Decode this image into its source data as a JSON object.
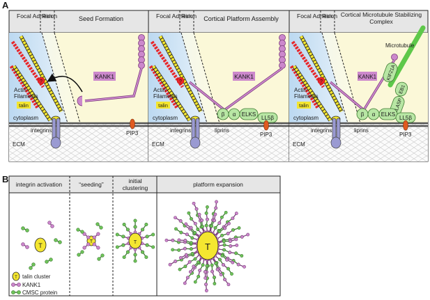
{
  "panel_a": {
    "label": "A",
    "panels": [
      {
        "headers": {
          "focal": "Focal Adhesion",
          "rim": "Rim",
          "title": "Seed Formation"
        },
        "labels": {
          "kank": "KANK1",
          "actin": "Actin Filaments",
          "talin": "talin",
          "cytoplasm": "cytoplasm",
          "integrins": "integrins",
          "ecm": "ECM",
          "pip3": "PIP3",
          "talin_q": "?"
        }
      },
      {
        "headers": {
          "focal": "Focal Adhesion",
          "rim": "Rim",
          "title": "Cortical Platform Assembly"
        },
        "labels": {
          "kank": "KANK1",
          "actin": "Actin Filaments",
          "talin": "talin",
          "cytoplasm": "cytoplasm",
          "integrins": "integrins",
          "ecm": "ECM",
          "pip3": "PIP3",
          "talin_q": "?",
          "liprins": "liprins",
          "beta": "β",
          "alpha": "α",
          "elks": "ELKS",
          "ll5b": "LL5β"
        }
      },
      {
        "headers": {
          "focal": "Focal Adhesion",
          "rim": "Rim",
          "title": "Cortical Microtubule Stabilizing Complex"
        },
        "labels": {
          "kank": "KANK1",
          "actin": "Actin Filaments",
          "talin": "talin",
          "cytoplasm": "cytoplasm",
          "integrins": "integrins",
          "ecm": "ECM",
          "pip3": "PIP3",
          "talin_q": "?",
          "liprins": "liprins",
          "beta": "β",
          "alpha": "α",
          "elks": "ELKS",
          "ll5b": "LL5β",
          "microtubule": "Microtubule",
          "kif21a": "KIF21A",
          "eb1": "EB1",
          "clasp": "CLASP"
        }
      }
    ]
  },
  "panel_b": {
    "label": "B",
    "headers": [
      "integrin activation",
      "“seeding”",
      "initial clustering",
      "platform expansion"
    ],
    "talin_symbol": "T",
    "legend": [
      "talin cluster",
      "KANK1",
      "CMSC protein"
    ]
  },
  "colors": {
    "kank": "#cc88cc",
    "kank_dark": "#7a3a7a",
    "talin": "#f4e630",
    "actin_red": "#e8262a",
    "cmsc": "#9ed68a",
    "cmsc_dark": "#3c7a30",
    "microtubule": "#5ec84a",
    "integrin": "#9a9ad2",
    "pip3": "#e05a20",
    "header_bg": "#e6e6e6",
    "blue_bg": "#cfe4f4",
    "yellow_bg": "#fbf8d8"
  }
}
